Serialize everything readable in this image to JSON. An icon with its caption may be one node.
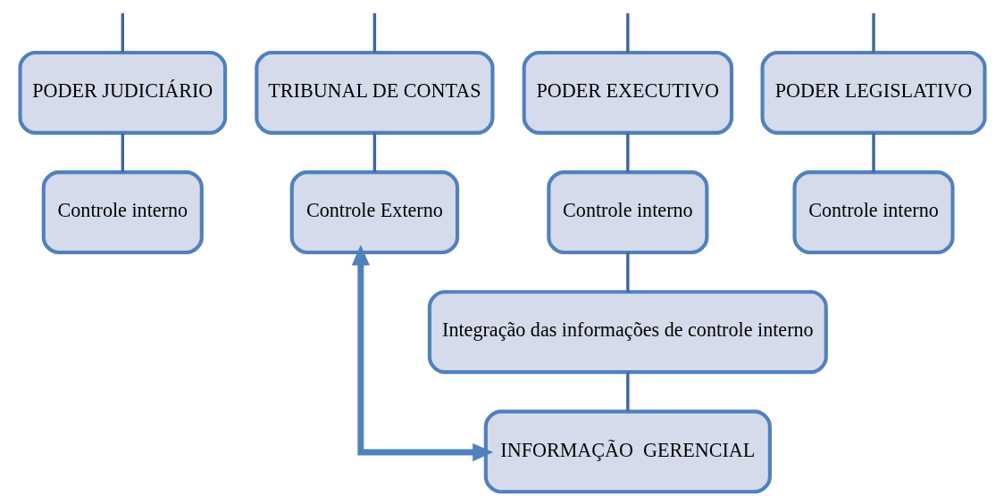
{
  "diagram": {
    "nodes": [
      {
        "text": [
          "PODER JUDICIÁRIO"
        ]
      },
      {
        "text": [
          "PODER EXECUTIVO"
        ]
      },
      {
        "text": [
          "PODER LEGISLATIVO"
        ]
      },
      {
        "text": [
          "TRIBUNAL DE CONTAS"
        ]
      },
      {
        "text": [
          "Controle interno"
        ]
      },
      {
        "text": [
          "Controle interno"
        ]
      },
      {
        "text": [
          "Controle interno"
        ]
      },
      {
        "text": [
          "Controle Externo"
        ]
      },
      {
        "text": [
          "Integração das informações de controle interno"
        ]
      },
      {
        "text": [
          "INFORMAÇÃO  GERENCIAL"
        ]
      }
    ],
    "edges": [
      {
        "from": null,
        "to": 0,
        "arrow": "none"
      },
      {
        "from": null,
        "to": 1,
        "arrow": "none"
      },
      {
        "from": null,
        "to": 2,
        "arrow": "none"
      },
      {
        "from": null,
        "to": 3,
        "arrow": "none"
      },
      {
        "from": 0,
        "to": 4,
        "arrow": "none"
      },
      {
        "from": 1,
        "to": 5,
        "arrow": "none"
      },
      {
        "from": 2,
        "to": 6,
        "arrow": "none"
      },
      {
        "from": 3,
        "to": 7,
        "arrow": "none"
      },
      {
        "from": 5,
        "to": 8,
        "arrow": "none"
      },
      {
        "from": 8,
        "to": 9,
        "arrow": "none"
      },
      {
        "from": 7,
        "to": 9,
        "arrow": "both",
        "style": "thick",
        "color": "#4f81bd"
      }
    ]
  }
}
